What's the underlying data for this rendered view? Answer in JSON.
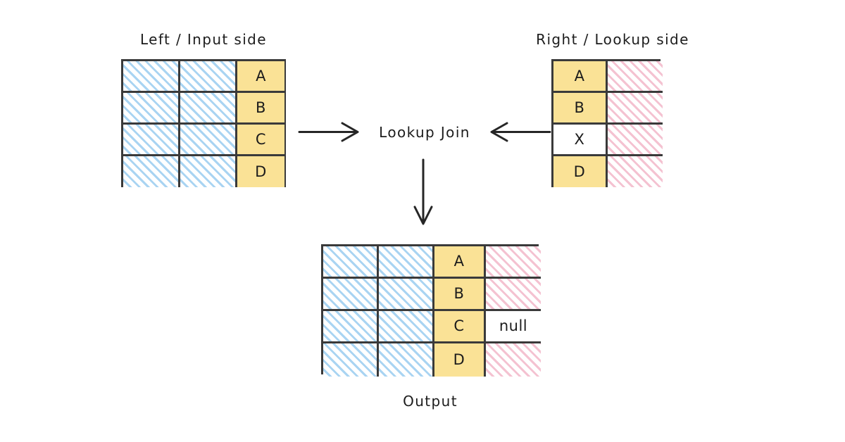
{
  "diagram": {
    "title_left": "Left / Input side",
    "title_right": "Right / Lookup side",
    "center_label": "Lookup Join",
    "output_label": "Output"
  },
  "colors": {
    "yellow_key": "#fae296",
    "blue_hatch": "#a9d4f2",
    "pink_hatch": "#f4c2d1",
    "stroke": "#3a3a3a",
    "text": "#1c1c1c",
    "background": "#ffffff"
  },
  "left_table": {
    "columns": 3,
    "rows": 4,
    "column_kinds": [
      "blue-hatch",
      "blue-hatch",
      "key"
    ],
    "cells": [
      [
        "",
        "",
        "A"
      ],
      [
        "",
        "",
        "B"
      ],
      [
        "",
        "",
        "C"
      ],
      [
        "",
        "",
        "D"
      ]
    ]
  },
  "right_table": {
    "columns": 2,
    "rows": 4,
    "column_kinds": [
      "key",
      "pink-hatch"
    ],
    "cells": [
      [
        "A",
        ""
      ],
      [
        "B",
        ""
      ],
      [
        "X",
        ""
      ],
      [
        "D",
        ""
      ]
    ],
    "unmatched_key": "X"
  },
  "output_table": {
    "columns": 4,
    "rows": 4,
    "column_kinds": [
      "blue-hatch",
      "blue-hatch",
      "key",
      "pink-hatch"
    ],
    "cells": [
      [
        "",
        "",
        "A",
        ""
      ],
      [
        "",
        "",
        "B",
        ""
      ],
      [
        "",
        "",
        "C",
        "null"
      ],
      [
        "",
        "",
        "D",
        ""
      ]
    ],
    "null_value": "null"
  },
  "arrows": [
    {
      "name": "left-to-join",
      "direction": "right"
    },
    {
      "name": "right-to-join",
      "direction": "left"
    },
    {
      "name": "join-to-output",
      "direction": "down"
    }
  ]
}
